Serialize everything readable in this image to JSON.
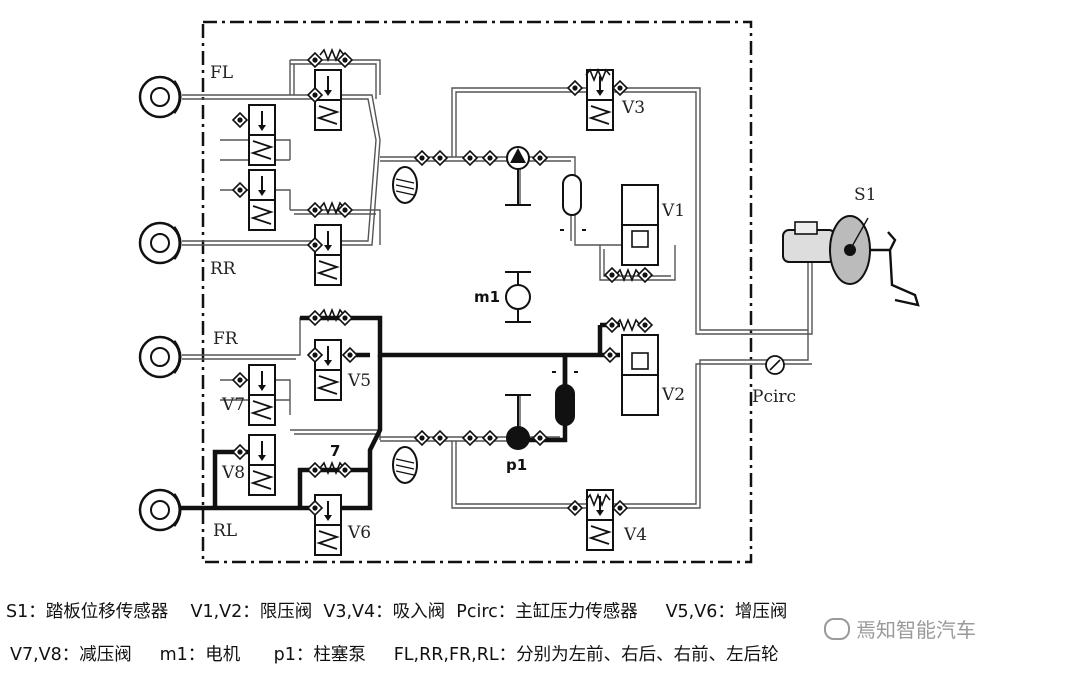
{
  "labels": {
    "FL": "FL",
    "RR": "RR",
    "FR": "FR",
    "RL": "RL",
    "V1": "V1",
    "V2": "V2",
    "V3": "V3",
    "V4": "V4",
    "V5": "V5",
    "V6": "V6",
    "V7": "V7",
    "V8": "V8",
    "S1": "S1",
    "m1": "m1",
    "p1": "p1",
    "seven": "7",
    "Pcirc": "Pcirc"
  },
  "legend": {
    "line1": "S1：踏板位移传感器    V1,V2：限压阀  V3,V4：吸入阀  Pcirc：主缸压力传感器     V5,V6：增压阀",
    "line2": "V7,V8：减压阀     m1：电机      p1：柱塞泵     FL,RR,FR,RL：分别为左前、右后、右前、左后轮"
  },
  "watermark": "焉知智能汽车"
}
